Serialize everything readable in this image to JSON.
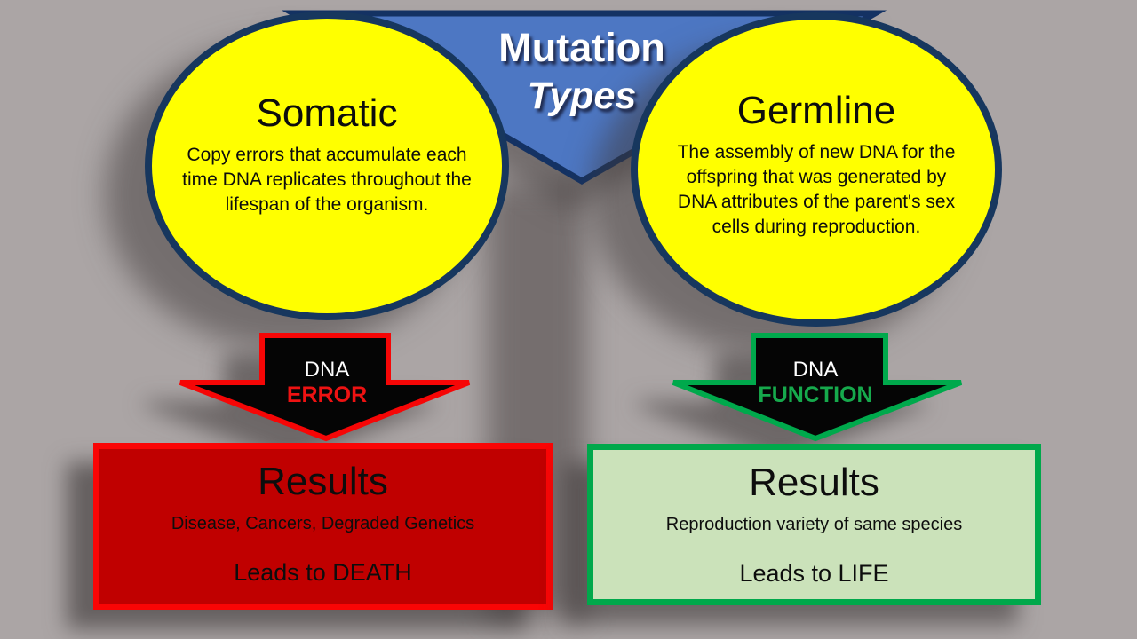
{
  "diagram": {
    "banner": {
      "title_line1": "Mutation",
      "title_line2": "Types",
      "fill_color": "#4d77c3",
      "border_color": "#143263"
    },
    "somatic": {
      "title": "Somatic",
      "description_lines": [
        "Copy errors that accumulate each",
        "time DNA replicates throughout the",
        "lifespan of the organism."
      ],
      "fill_color": "#ffff00",
      "border_color": "#17375e"
    },
    "germline": {
      "title": "Germline",
      "description_lines": [
        "The assembly of new DNA for the",
        "offspring that was generated by",
        "DNA attributes of the parent's sex",
        "cells during reproduction."
      ],
      "fill_color": "#ffff00",
      "border_color": "#17375e"
    },
    "arrow_left": {
      "top_label": "DNA",
      "bottom_label": "ERROR",
      "fill_color": "#050505",
      "outline_color": "#f60606",
      "bottom_label_color": "#ee1212"
    },
    "arrow_right": {
      "top_label": "DNA",
      "bottom_label": "FUNCTION",
      "fill_color": "#050505",
      "outline_color": "#00a94c",
      "bottom_label_color": "#16a94c"
    },
    "results_death": {
      "title": "Results",
      "detail": "Disease, Cancers, Degraded Genetics",
      "outcome": "Leads to DEATH",
      "fill_color": "#c00000",
      "border_color": "#fa0505"
    },
    "results_life": {
      "title": "Results",
      "detail": "Reproduction variety of same species",
      "outcome": "Leads to LIFE",
      "fill_color": "#cbe2ba",
      "border_color": "#00a84b"
    },
    "background_color": "#aba5a5"
  }
}
